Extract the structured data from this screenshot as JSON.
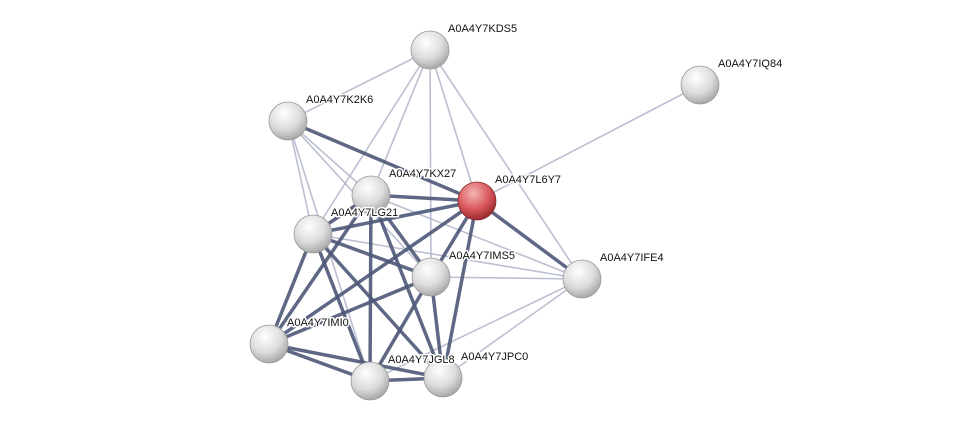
{
  "network": {
    "nodes": [
      {
        "id": "KDS5",
        "label": "A0A4Y7KDS5"
      },
      {
        "id": "IQ84",
        "label": "A0A4Y7IQ84"
      },
      {
        "id": "K2K6",
        "label": "A0A4Y7K2K6"
      },
      {
        "id": "KX27",
        "label": "A0A4Y7KX27"
      },
      {
        "id": "L6Y7",
        "label": "A0A4Y7L6Y7",
        "query": true
      },
      {
        "id": "LG21",
        "label": "A0A4Y7LG21"
      },
      {
        "id": "IMS5",
        "label": "A0A4Y7IMS5"
      },
      {
        "id": "IFE4",
        "label": "A0A4Y7IFE4"
      },
      {
        "id": "IMI0",
        "label": "A0A4Y7IMI0"
      },
      {
        "id": "JGL8",
        "label": "A0A4Y7JGL8"
      },
      {
        "id": "JPC0",
        "label": "A0A4Y7JPC0"
      }
    ],
    "edges_strong": [
      [
        "K2K6",
        "L6Y7"
      ],
      [
        "KX27",
        "L6Y7"
      ],
      [
        "LG21",
        "L6Y7"
      ],
      [
        "L6Y7",
        "IMS5"
      ],
      [
        "L6Y7",
        "IMI0"
      ],
      [
        "L6Y7",
        "JPC0"
      ],
      [
        "L6Y7",
        "IFE4"
      ],
      [
        "LG21",
        "IMS5"
      ],
      [
        "LG21",
        "IMI0"
      ],
      [
        "LG21",
        "JGL8"
      ],
      [
        "LG21",
        "JPC0"
      ],
      [
        "KX27",
        "IMS5"
      ],
      [
        "KX27",
        "JGL8"
      ],
      [
        "KX27",
        "IMI0"
      ],
      [
        "KX27",
        "LG21"
      ],
      [
        "IMS5",
        "IMI0"
      ],
      [
        "IMS5",
        "JGL8"
      ],
      [
        "IMS5",
        "JPC0"
      ],
      [
        "IMI0",
        "JGL8"
      ],
      [
        "IMI0",
        "JPC0"
      ],
      [
        "JGL8",
        "JPC0"
      ],
      [
        "KX27",
        "JPC0"
      ]
    ],
    "edges_weak": [
      [
        "KDS5",
        "K2K6"
      ],
      [
        "KDS5",
        "LG21"
      ],
      [
        "KDS5",
        "KX27"
      ],
      [
        "KDS5",
        "L6Y7"
      ],
      [
        "KDS5",
        "IMS5"
      ],
      [
        "KDS5",
        "IFE4"
      ],
      [
        "IQ84",
        "L6Y7"
      ],
      [
        "K2K6",
        "KX27"
      ],
      [
        "K2K6",
        "LG21"
      ],
      [
        "K2K6",
        "IMS5"
      ],
      [
        "K2K6",
        "JGL8"
      ],
      [
        "IFE4",
        "IMS5"
      ],
      [
        "IFE4",
        "LG21"
      ],
      [
        "IFE4",
        "JPC0"
      ],
      [
        "IFE4",
        "JGL8"
      ],
      [
        "IFE4",
        "KX27"
      ]
    ],
    "colors": {
      "strong": "#4d5878",
      "weak": "#b4b8cc",
      "node": "#e2e2e2",
      "query": "#d9595e"
    }
  }
}
